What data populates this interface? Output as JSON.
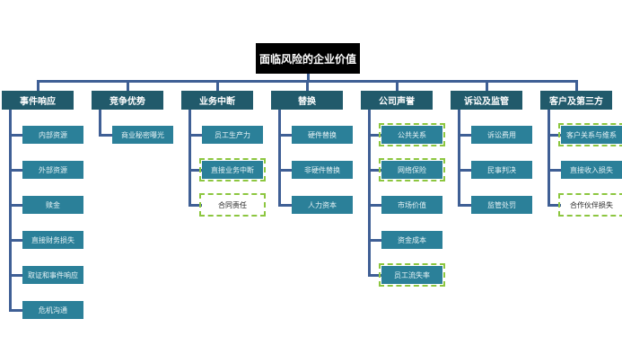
{
  "title": "面临风险的企业价值",
  "colors": {
    "header": "#215a6b",
    "item": "#2b8099",
    "line": "#3f5f95",
    "highlight": "#8cc63f"
  },
  "columns": [
    {
      "label": "事件响应",
      "items": [
        {
          "label": "内部资源"
        },
        {
          "label": "外部资源"
        },
        {
          "label": "赎金"
        },
        {
          "label": "直接财务损失"
        },
        {
          "label": "取证和事件响应"
        },
        {
          "label": "危机沟通"
        }
      ]
    },
    {
      "label": "竞争优势",
      "items": [
        {
          "label": "商业秘密曝光"
        }
      ]
    },
    {
      "label": "业务中断",
      "items": [
        {
          "label": "员工生产力"
        },
        {
          "label": "直接业务中断",
          "highlight": true
        },
        {
          "label": "合同责任",
          "highlight": true,
          "white": true
        }
      ]
    },
    {
      "label": "替换",
      "items": [
        {
          "label": "硬件替换"
        },
        {
          "label": "非硬件替换"
        },
        {
          "label": "人力资本"
        }
      ]
    },
    {
      "label": "公司声誉",
      "items": [
        {
          "label": "公共关系",
          "highlight": true
        },
        {
          "label": "网络保险",
          "highlight": true
        },
        {
          "label": "市场价值"
        },
        {
          "label": "资金成本"
        },
        {
          "label": "员工流失率",
          "highlight": true
        }
      ]
    },
    {
      "label": "诉讼及监管",
      "items": [
        {
          "label": "诉讼费用"
        },
        {
          "label": "民事判决"
        },
        {
          "label": "监管处罚"
        }
      ]
    },
    {
      "label": "客户及第三方",
      "items": [
        {
          "label": "客户关系与维系",
          "highlight": true
        },
        {
          "label": "直接收入损失"
        },
        {
          "label": "合作伙伴损失",
          "highlight": true,
          "white": true
        }
      ]
    }
  ]
}
